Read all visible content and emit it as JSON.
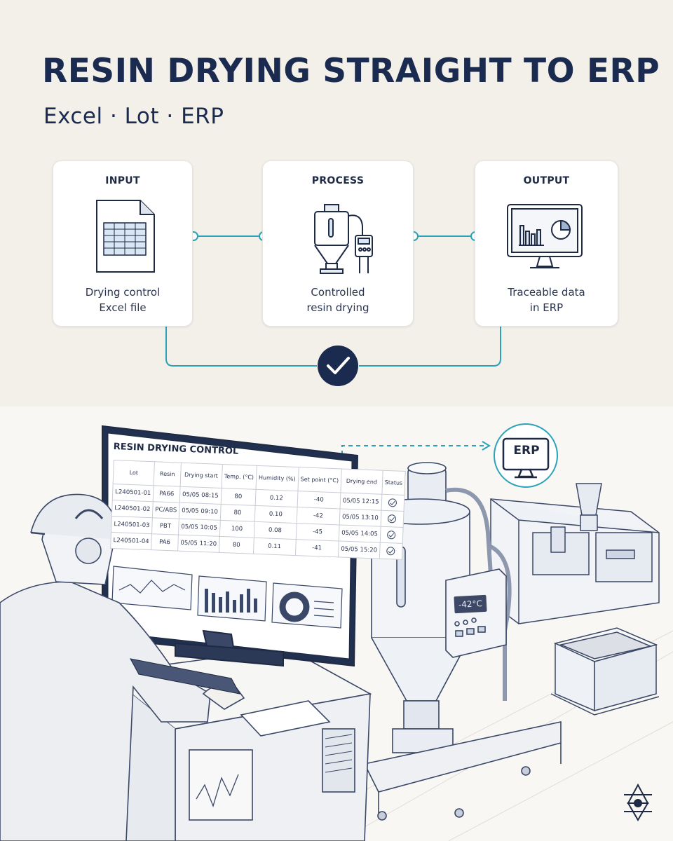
{
  "header": {
    "title": "RESIN DRYING STRAIGHT TO ERP",
    "subtitle": "Excel · Lot · ERP"
  },
  "flow": {
    "input": {
      "label": "INPUT",
      "desc_line1": "Drying control",
      "desc_line2": "Excel file"
    },
    "process": {
      "label": "PROCESS",
      "desc_line1": "Controlled",
      "desc_line2": "resin drying"
    },
    "output": {
      "label": "OUTPUT",
      "desc_line1": "Traceable data",
      "desc_line2": "in ERP"
    }
  },
  "screen": {
    "title": "RESIN DRYING CONTROL",
    "columns": [
      "Lot",
      "Resin",
      "Drying start",
      "Temp. (°C)",
      "Humidity (%)",
      "Set point (°C)",
      "Drying end",
      "Status"
    ],
    "rows": [
      [
        "L240501-01",
        "PA66",
        "05/05 08:15",
        "80",
        "0.12",
        "-40",
        "05/05 12:15"
      ],
      [
        "L240501-02",
        "PC/ABS",
        "05/05 09:10",
        "80",
        "0.10",
        "-42",
        "05/05 13:10"
      ],
      [
        "L240501-03",
        "PBT",
        "05/05 10:05",
        "100",
        "0.08",
        "-45",
        "05/05 14:05"
      ],
      [
        "L240501-04",
        "PA6",
        "05/05 11:20",
        "80",
        "0.11",
        "-41",
        "05/05 15:20"
      ]
    ]
  },
  "dryer": {
    "readout": "-42°C"
  },
  "erp_badge": {
    "label": "ERP"
  },
  "icons": [
    "spreadsheet-icon",
    "dryer-icon",
    "monitor-chart-icon",
    "check-icon",
    "erp-monitor-icon",
    "brand-logo-icon"
  ],
  "colors": {
    "navy": "#1a2b4f",
    "teal": "#2aa3b8",
    "background": "#f3f0ea",
    "card": "#ffffff"
  }
}
